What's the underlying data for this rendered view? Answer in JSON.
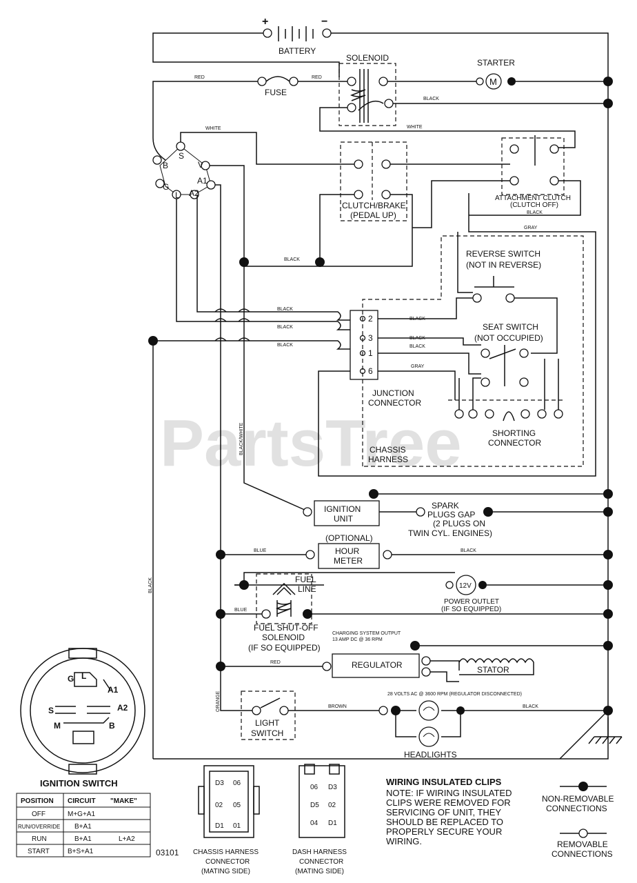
{
  "components": {
    "battery": "BATTERY",
    "solenoid": "SOLENOID",
    "starter": "STARTER",
    "starter_symbol": "M",
    "fuse": "FUSE",
    "clutch_brake": [
      "CLUTCH/BRAKE",
      "(PEDAL UP)"
    ],
    "attachment_clutch": [
      "ATTACHMENT CLUTCH",
      "(CLUTCH OFF)"
    ],
    "reverse_switch": [
      "REVERSE SWITCH",
      "(NOT IN REVERSE)"
    ],
    "seat_switch": [
      "SEAT SWITCH",
      "(NOT OCCUPIED)"
    ],
    "junction_connector": [
      "JUNCTION",
      "CONNECTOR"
    ],
    "shorting_connector": [
      "SHORTING",
      "CONNECTOR"
    ],
    "chassis_harness": [
      "CHASSIS",
      "HARNESS"
    ],
    "ignition_unit": [
      "IGNITION",
      "UNIT"
    ],
    "spark_plugs": [
      "SPARK",
      "PLUGS GAP",
      "(2 PLUGS ON",
      "TWIN CYL. ENGINES)"
    ],
    "hour_meter": [
      "(OPTIONAL)",
      "HOUR",
      "METER"
    ],
    "fuel_line": [
      "FUEL",
      "LINE"
    ],
    "power_outlet": [
      "POWER OUTLET",
      "(IF SO EQUIPPED)"
    ],
    "power_outlet_symbol": "12V",
    "fuel_solenoid": [
      "FUEL SHUT-OFF",
      "SOLENOID",
      "(IF SO EQUIPPED)"
    ],
    "charging_output": [
      "CHARGING SYSTEM OUTPUT",
      "13 AMP DC @ 36 RPM"
    ],
    "regulator": "REGULATOR",
    "stator": "STATOR",
    "ac_note": "28 VOLTS AC @ 3600 RPM (REGULATOR DISCONNECTED)",
    "light_switch": [
      "LIGHT",
      "SWITCH"
    ],
    "headlights": "HEADLIGHTS"
  },
  "ignition_terminals": [
    "S",
    "V",
    "A1",
    "A2",
    "L",
    "G",
    "B"
  ],
  "junction_pins": [
    "2",
    "3",
    "1",
    "6"
  ],
  "wire_labels": {
    "red1": "RED",
    "red2": "RED",
    "black1": "BLACK",
    "white1": "WHITE",
    "white2": "WHITE",
    "black2": "BLACK",
    "gray1": "GRAY",
    "black3": "BLACK",
    "black4": "BLACK",
    "black5": "BLACK",
    "black6": "BLACK",
    "black7": "BLACK",
    "black8": "BLACK",
    "black9": "BLACK",
    "gray2": "GRAY",
    "blackwhite": "BLACK/WHITE",
    "blue1": "BLUE",
    "blackhm": "BLACK",
    "blue2": "BLUE",
    "red3": "RED",
    "orange": "ORANGE",
    "brown": "BROWN",
    "blackhl": "BLACK",
    "blackleft": "BLACK"
  },
  "ignition_switch": {
    "title": "IGNITION SWITCH",
    "labels": [
      "G",
      "L",
      "A1",
      "S",
      "A2",
      "M",
      "B"
    ],
    "table": {
      "headers": [
        "POSITION",
        "CIRCUIT",
        "\"MAKE\""
      ],
      "rows": [
        [
          "OFF",
          "M+G+A1",
          ""
        ],
        [
          "RUN/OVERRIDE",
          "B+A1",
          ""
        ],
        [
          "RUN",
          "B+A1",
          "L+A2"
        ],
        [
          "START",
          "B+S+A1",
          ""
        ]
      ]
    }
  },
  "part_number": "03101",
  "connectors": {
    "chassis": {
      "caption": [
        "CHASSIS HARNESS",
        "CONNECTOR",
        "(MATING SIDE)"
      ],
      "pins": [
        "D3",
        "06",
        "02",
        "05",
        "D1",
        "01"
      ]
    },
    "dash": {
      "caption": [
        "DASH HARNESS",
        "CONNECTOR",
        "(MATING SIDE)"
      ],
      "pins": [
        "06",
        "D3",
        "D5",
        "02",
        "04",
        "D1"
      ]
    }
  },
  "clips_note": {
    "title": "WIRING INSULATED CLIPS",
    "lines": [
      "NOTE: IF WIRING INSULATED",
      "CLIPS WERE REMOVED FOR",
      "SERVICING OF UNIT, THEY",
      "SHOULD BE REPLACED TO",
      "PROPERLY SECURE YOUR",
      "WIRING."
    ]
  },
  "legend": {
    "non_removable": [
      "NON-REMOVABLE",
      "CONNECTIONS"
    ],
    "removable": [
      "REMOVABLE",
      "CONNECTIONS"
    ]
  },
  "watermark": "PartsTree"
}
